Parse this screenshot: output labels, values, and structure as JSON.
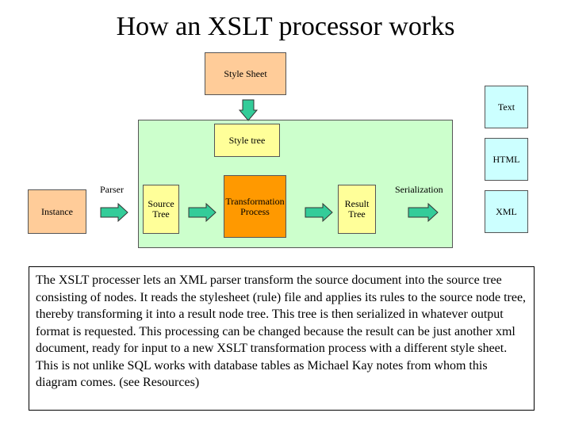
{
  "title": "How an XSLT processor works",
  "nodes": {
    "style_sheet": "Style Sheet",
    "style_tree": "Style tree",
    "instance": "Instance",
    "source_tree": "Source\nTree",
    "transformation_process": "Transformation\nProcess",
    "result_tree": "Result\nTree",
    "text": "Text",
    "html": "HTML",
    "xml": "XML"
  },
  "labels": {
    "parser": "Parser",
    "serialization": "Serialization"
  },
  "colors": {
    "peach": "#ffcc99",
    "light_yellow": "#ffff99",
    "light_green": "#ccffcc",
    "light_cyan": "#ccffff",
    "orange": "#ff9900",
    "arrow_fill": "#33cc99"
  },
  "description": "The XSLT processer lets an XML parser transform the source document into the source tree consisting of nodes. It reads the stylesheet (rule) file and applies its rules to the source node tree, thereby transforming it into a result node tree. This tree is then serialized in whatever output format is requested. This processing can be changed because the result can be just another xml document, ready for input to a new XSLT transformation process with a different style sheet. This is not unlike SQL works with database tables as Michael Kay notes from whom this diagram comes. (see Resources)"
}
